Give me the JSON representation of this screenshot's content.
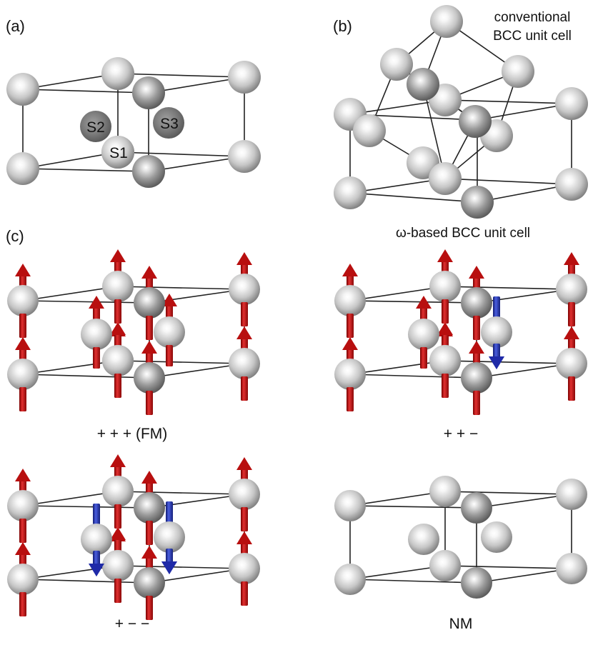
{
  "panels": {
    "a": {
      "tag": "(a)",
      "sites": {
        "s1": "S1",
        "s2": "S2",
        "s3": "S3"
      }
    },
    "b": {
      "tag": "(b)",
      "label_line1": "conventional",
      "label_line2": "BCC unit cell"
    },
    "c": {
      "tag": "(c)",
      "caption": "ω-based BCC unit cell"
    }
  },
  "configs": [
    {
      "id": "fm",
      "label": "+ + + (FM)",
      "moments": {
        "s1": "up",
        "s2": "up",
        "s3": "up"
      }
    },
    {
      "id": "ppm",
      "label": "+ + −",
      "moments": {
        "s1": "up",
        "s2": "up",
        "s3": "down"
      }
    },
    {
      "id": "pmm",
      "label": "+ − −",
      "moments": {
        "s1": "up",
        "s2": "down",
        "s3": "down"
      }
    },
    {
      "id": "nm",
      "label": "NM",
      "moments": null
    }
  ],
  "colors": {
    "spin_up": "#cc1a1a",
    "spin_down": "#2233bb",
    "atom": "#a8a8a8",
    "edge": "#222222"
  }
}
